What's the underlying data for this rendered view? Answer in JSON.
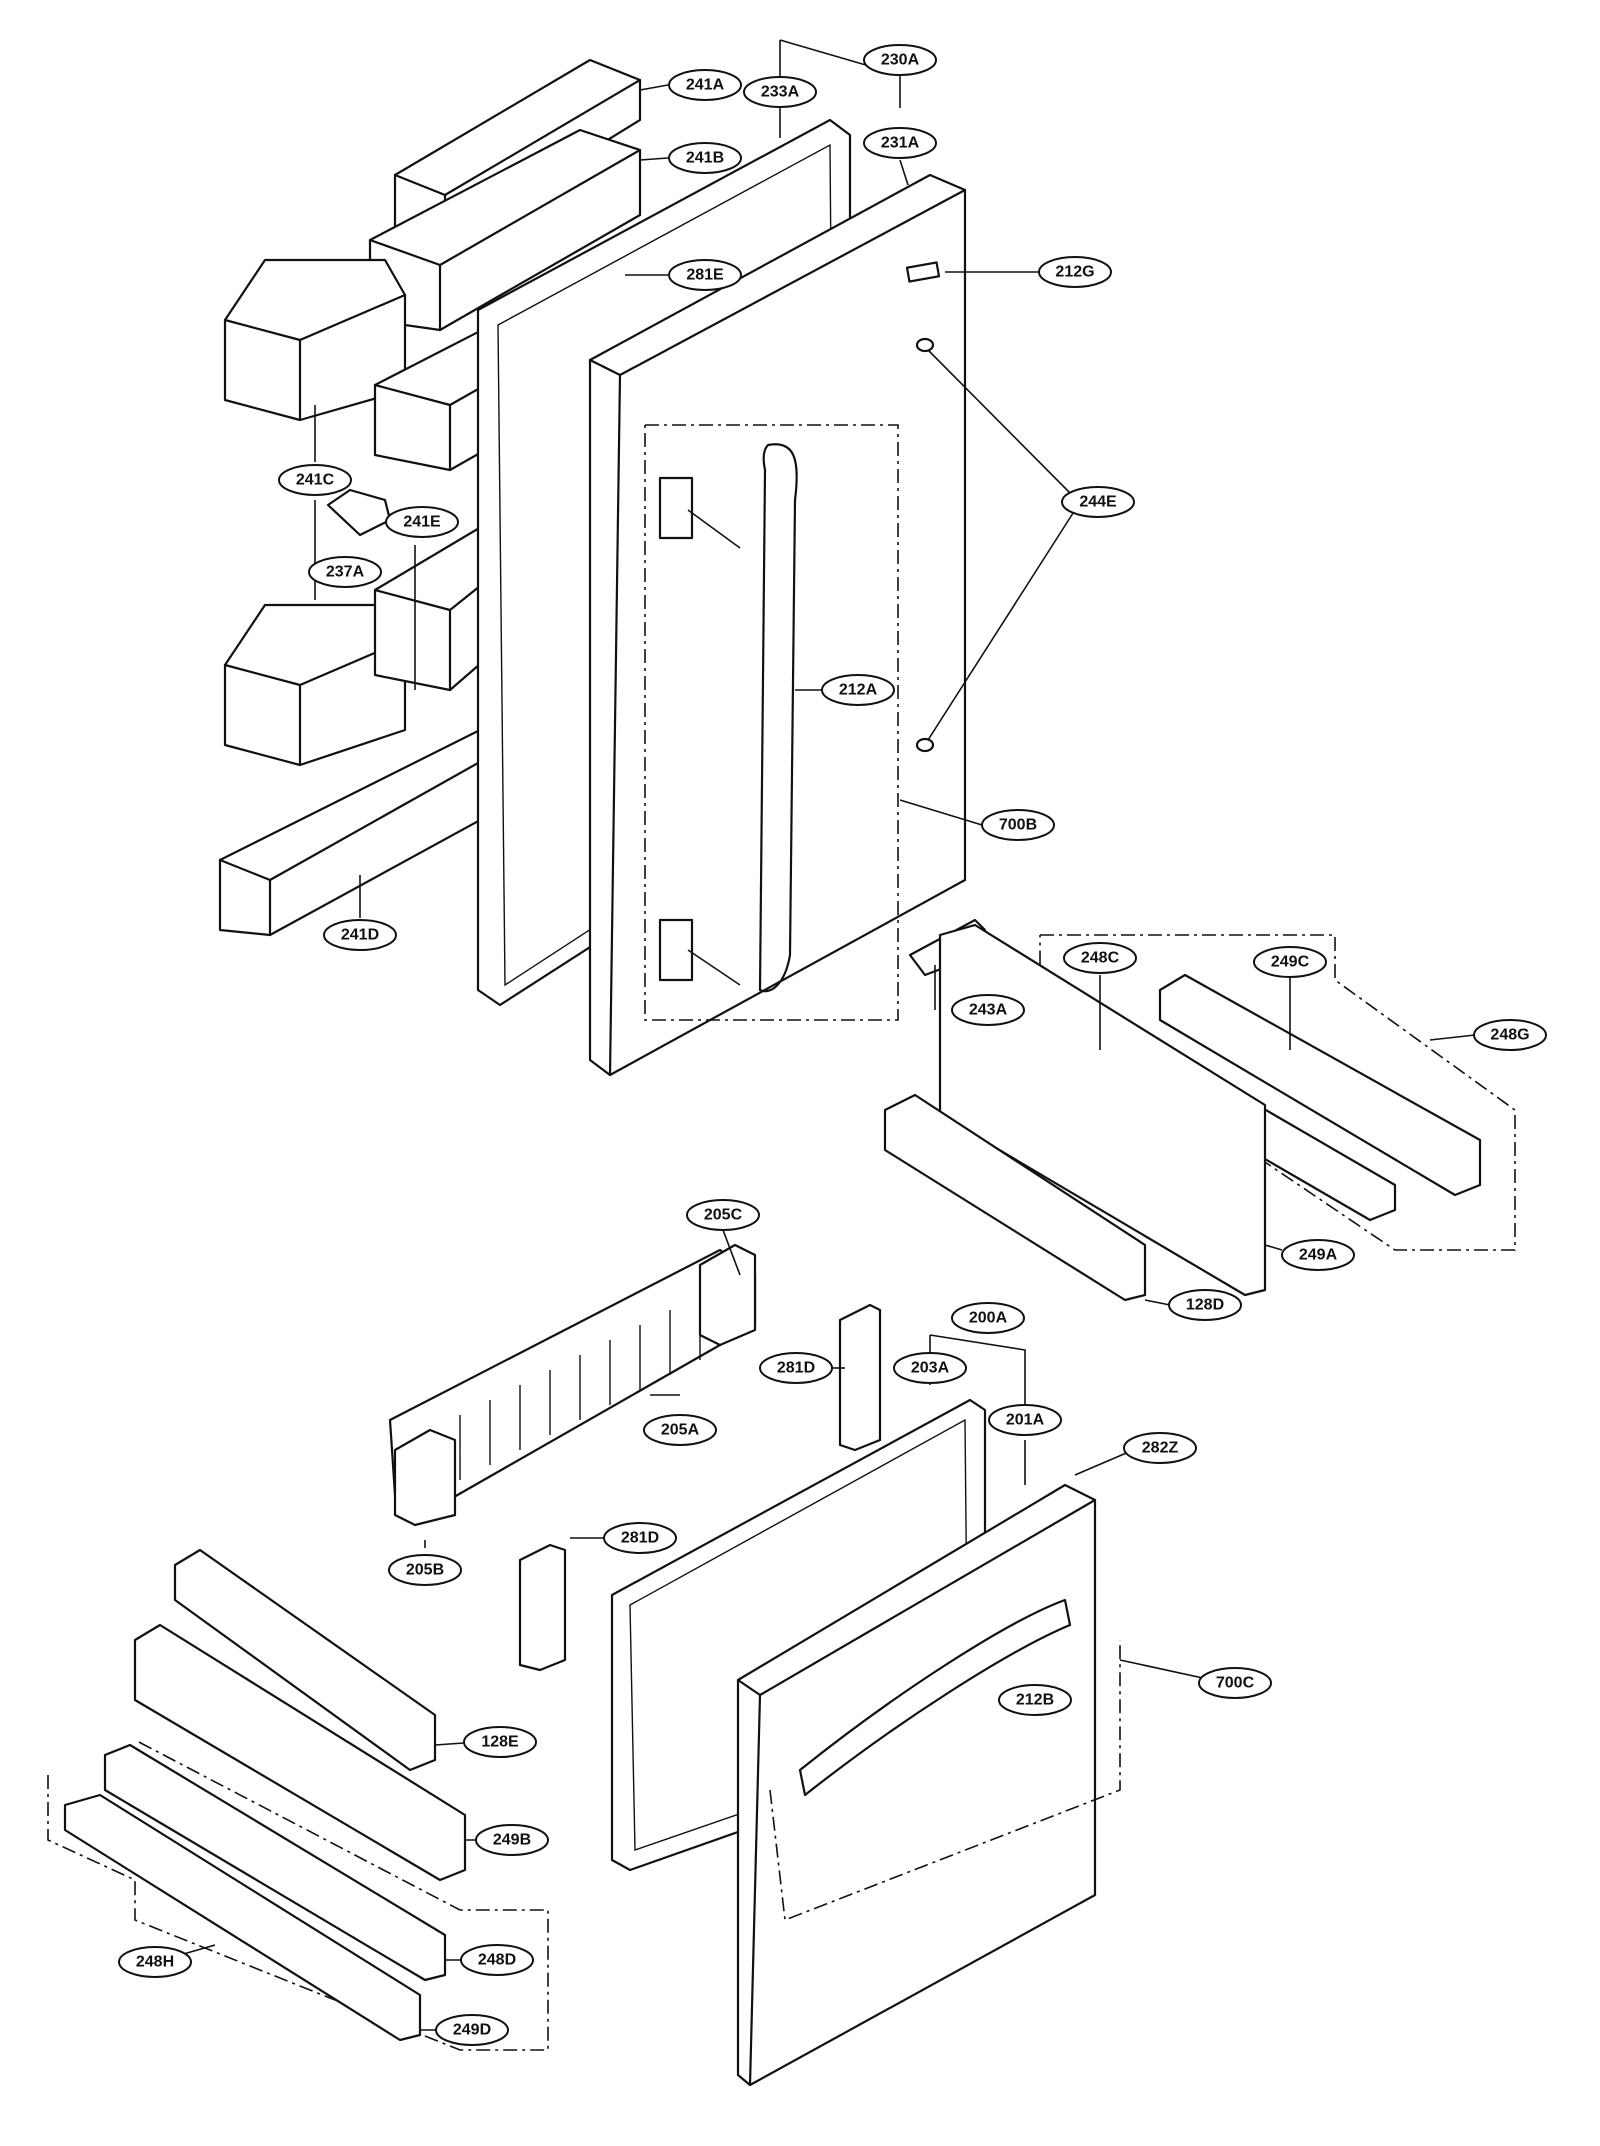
{
  "labels": {
    "l241A": "241A",
    "l241B": "241B",
    "l233A": "233A",
    "l230A": "230A",
    "l231A": "231A",
    "l281E": "281E",
    "l212G": "212G",
    "l241C": "241C",
    "l241E": "241E",
    "l237A": "237A",
    "l244E": "244E",
    "l212A": "212A",
    "l700B": "700B",
    "l241D": "241D",
    "l243A": "243A",
    "l248C": "248C",
    "l249C": "249C",
    "l248G": "248G",
    "l249A": "249A",
    "l128D": "128D",
    "l205C": "205C",
    "l205A": "205A",
    "l205B": "205B",
    "l281D_a": "281D",
    "l281D_b": "281D",
    "l200A": "200A",
    "l203A": "203A",
    "l201A": "201A",
    "l282Z": "282Z",
    "l700C": "700C",
    "l212B": "212B",
    "l128E": "128E",
    "l249B": "249B",
    "l248D": "248D",
    "l248H": "248H",
    "l249D": "249D"
  }
}
